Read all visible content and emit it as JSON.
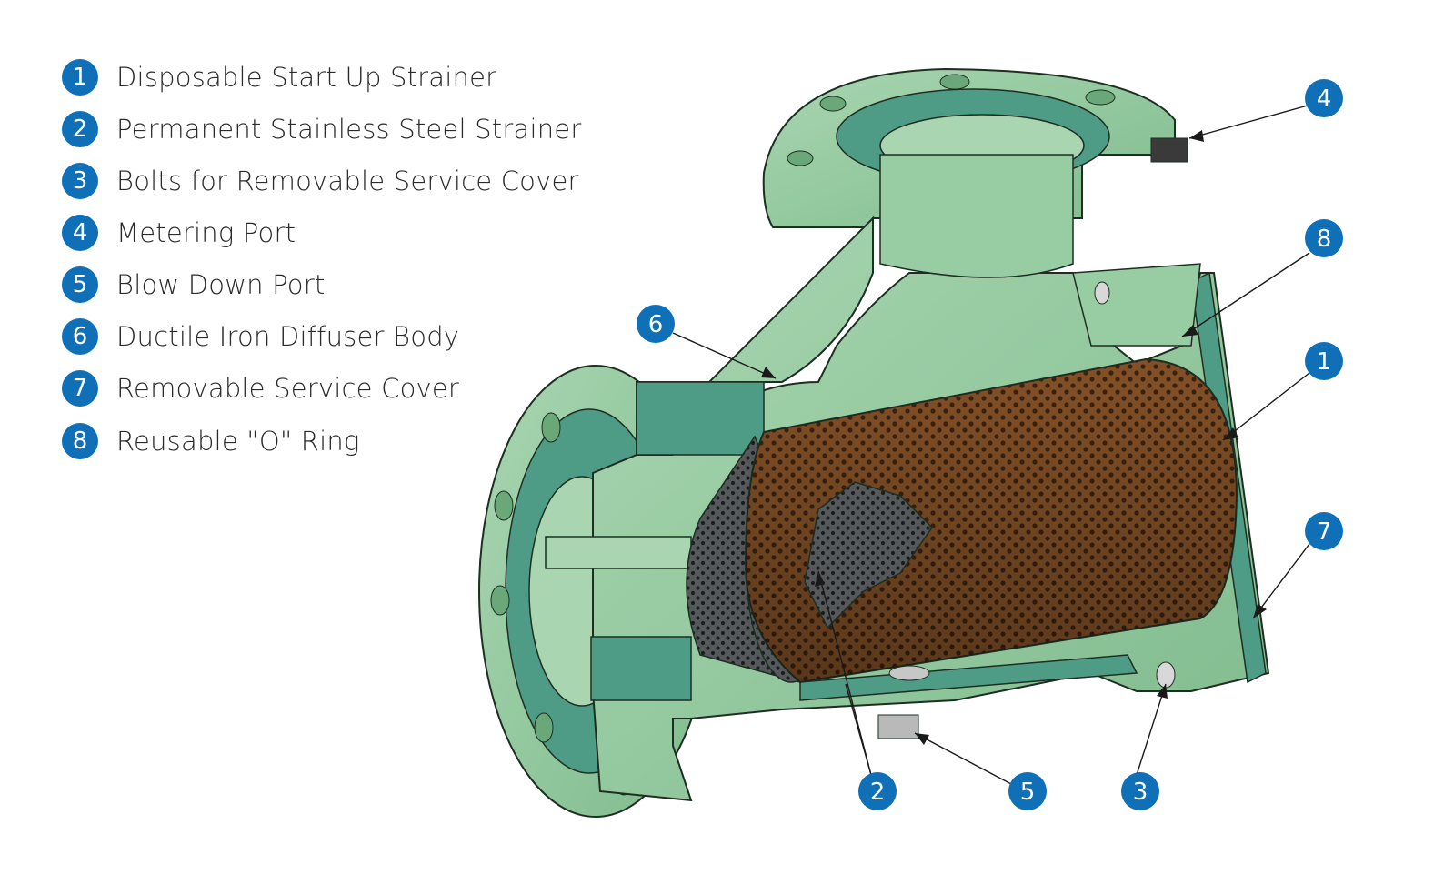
{
  "legend": [
    {
      "number": "1",
      "label": "Disposable Start Up Strainer"
    },
    {
      "number": "2",
      "label": "Permanent Stainless Steel Strainer"
    },
    {
      "number": "3",
      "label": "Bolts for Removable Service Cover"
    },
    {
      "number": "4",
      "label": "Metering Port"
    },
    {
      "number": "5",
      "label": "Blow Down Port"
    },
    {
      "number": "6",
      "label": "Ductile Iron Diffuser Body"
    },
    {
      "number": "7",
      "label": "Removable Service Cover"
    },
    {
      "number": "8",
      "label": "Reusable \"O\" Ring"
    }
  ],
  "callouts": [
    "4",
    "8",
    "1",
    "6",
    "7",
    "2",
    "5",
    "3"
  ],
  "colors": {
    "badge": "#0f6fb7",
    "body": "#8fc79c",
    "body_light": "#a9d6b1",
    "body_dark": "#5f9c6e",
    "cut_face": "#4e9b86",
    "start_up_strainer": "#7a4a26",
    "steel_strainer": "#4a4d4f"
  },
  "icons": [
    "pump-diffuser-cutaway-illustration"
  ]
}
